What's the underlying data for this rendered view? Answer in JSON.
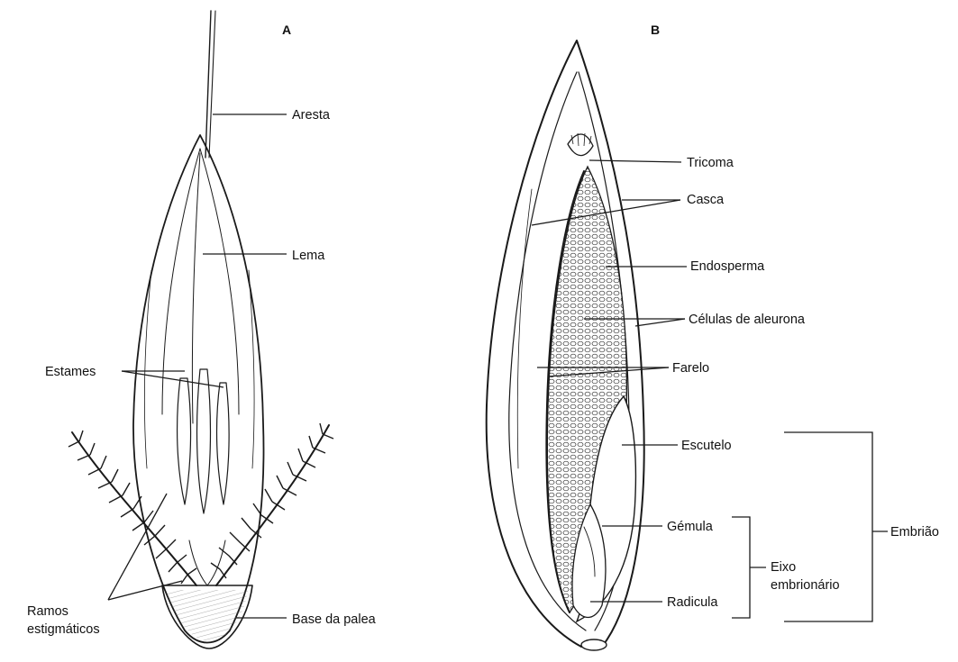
{
  "panels": {
    "a": "A",
    "b": "B"
  },
  "labels_a": {
    "aresta": "Aresta",
    "lema": "Lema",
    "estames": "Estames",
    "ramos_1": "Ramos",
    "ramos_2": "estigmáticos",
    "base_palea": "Base da palea"
  },
  "labels_b": {
    "tricoma": "Tricoma",
    "casca": "Casca",
    "endosperma": "Endosperma",
    "celulas": "Células de aleurona",
    "farelo": "Farelo",
    "escutelo": "Escutelo",
    "gemula": "Gémula",
    "eixo_1": "Eixo",
    "eixo_2": "embrionário",
    "radicula": "Radicula",
    "embriao": "Embrião"
  }
}
